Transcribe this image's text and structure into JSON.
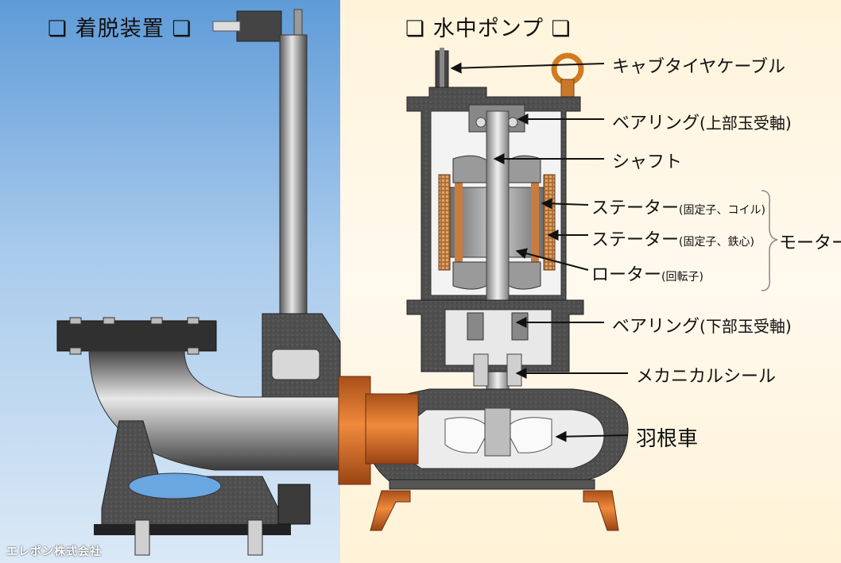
{
  "titles": {
    "left": "❏ 着脱装置 ❏",
    "right": "❏ 水中ポンプ ❏"
  },
  "labels": {
    "cabtire_cable": "キャブタイヤケーブル",
    "bearing_upper": "ベアリング",
    "bearing_upper_note": "(上部玉受軸)",
    "shaft": "シャフト",
    "stator_coil": "ステーター",
    "stator_coil_note": "(固定子、コイル)",
    "stator_core": "ステーター",
    "stator_core_note": "(固定子、鉄心)",
    "rotor": "ローター",
    "rotor_note": "(回転子)",
    "motor": "モーター",
    "bearing_lower": "ベアリング",
    "bearing_lower_note": "(下部玉受軸)",
    "mechanical_seal": "メカニカルシール",
    "impeller": "羽根車"
  },
  "logo": "エレポン株式会社",
  "colors": {
    "left_bg": "#6aa3dc",
    "right_bg": "#fff6e4",
    "pipe": "#8a8a8a",
    "orange": "#d9722a",
    "copper": "#c4844a"
  }
}
